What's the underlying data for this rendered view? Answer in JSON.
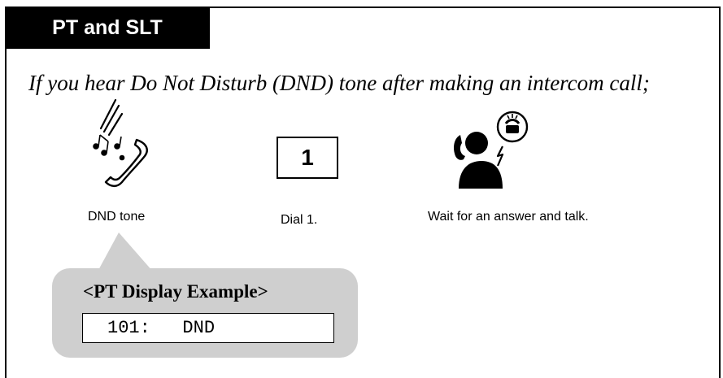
{
  "section": {
    "title": "PT and SLT"
  },
  "intro": "If you hear Do Not Disturb (DND) tone after making an intercom call;",
  "steps": [
    {
      "icon": "handset-ringing-icon",
      "caption": "DND tone"
    },
    {
      "key": "1",
      "caption": "Dial 1."
    },
    {
      "icon": "person-talking-icon",
      "caption": "Wait for an answer and talk."
    }
  ],
  "display_example": {
    "title": "<PT Display Example>",
    "text": "101:   DND"
  }
}
